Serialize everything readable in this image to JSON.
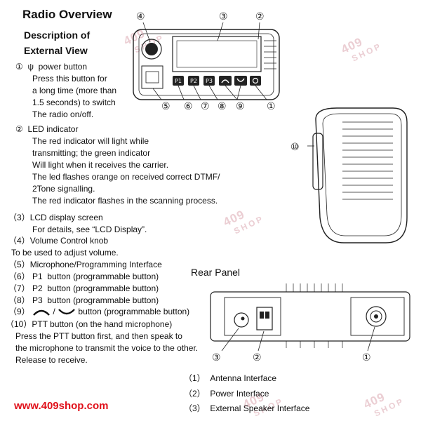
{
  "header": {
    "title": "Radio Overview",
    "subtitle_line1": "Description of",
    "subtitle_line2": "External View"
  },
  "watermark": {
    "brand": "409",
    "shop": "SHOP"
  },
  "callouts": {
    "c1": "①",
    "c2": "②",
    "c3": "③",
    "c4": "④",
    "c5": "⑤",
    "c6": "⑥",
    "c7": "⑦",
    "c8": "⑧",
    "c9": "⑨",
    "c10": "⑩"
  },
  "radio_panel": {
    "p1": "P1",
    "p2": "P2",
    "p3": "P3",
    "power_glyph": "⏻"
  },
  "items": {
    "i1": {
      "num": "①",
      "icon": "ψ",
      "label": "power button",
      "lines": [
        "Press this button for",
        "a long time (more than",
        "1.5 seconds) to switch",
        "The radio on/off."
      ]
    },
    "i2": {
      "num": "②",
      "label": "LED indicator",
      "lines": [
        "The red indicator will light while",
        "transmitting; the green indicator",
        "Will light when it receives the carrier.",
        "The led flashes orange on received correct DTMF/",
        "2Tone signalling.",
        "The red indicator flashes in the scanning process."
      ]
    },
    "i3": {
      "num": "（3）",
      "label": "LCD display screen",
      "detail": "For details, see “LCD Display”."
    },
    "i4": {
      "num": "（4）",
      "label": "Volume Control knob",
      "detail": "To be used to adjust volume."
    },
    "i5": {
      "num": "（5）",
      "label": "Microphone/Programming Interface"
    },
    "i6": {
      "num": "（6）",
      "key": "P1",
      "label": "button (programmable button)"
    },
    "i7": {
      "num": "（7）",
      "key": "P2",
      "label": "button (programmable button)"
    },
    "i8": {
      "num": "（8）",
      "key": "P3",
      "label": "button (programmable button)"
    },
    "i9": {
      "num": "（9）",
      "sep": "/",
      "label": "button (programmable button)"
    },
    "i10": {
      "num": "（10）",
      "label": "PTT button (on the hand microphone)",
      "lines": [
        "Press the PTT button first, and then speak to",
        "the microphone to transmit the voice to the other.",
        "Release to receive."
      ]
    }
  },
  "rear": {
    "title": "Rear Panel",
    "items": [
      {
        "num": "（1）",
        "label": "Antenna Interface"
      },
      {
        "num": "（2）",
        "label": "Power Interface"
      },
      {
        "num": "（3）",
        "label": "External Speaker Interface"
      }
    ]
  },
  "footer": {
    "url": "www.409shop.com"
  },
  "colors": {
    "url": "#e0101a",
    "watermark": "#e9c9cf",
    "ink": "#111111"
  }
}
